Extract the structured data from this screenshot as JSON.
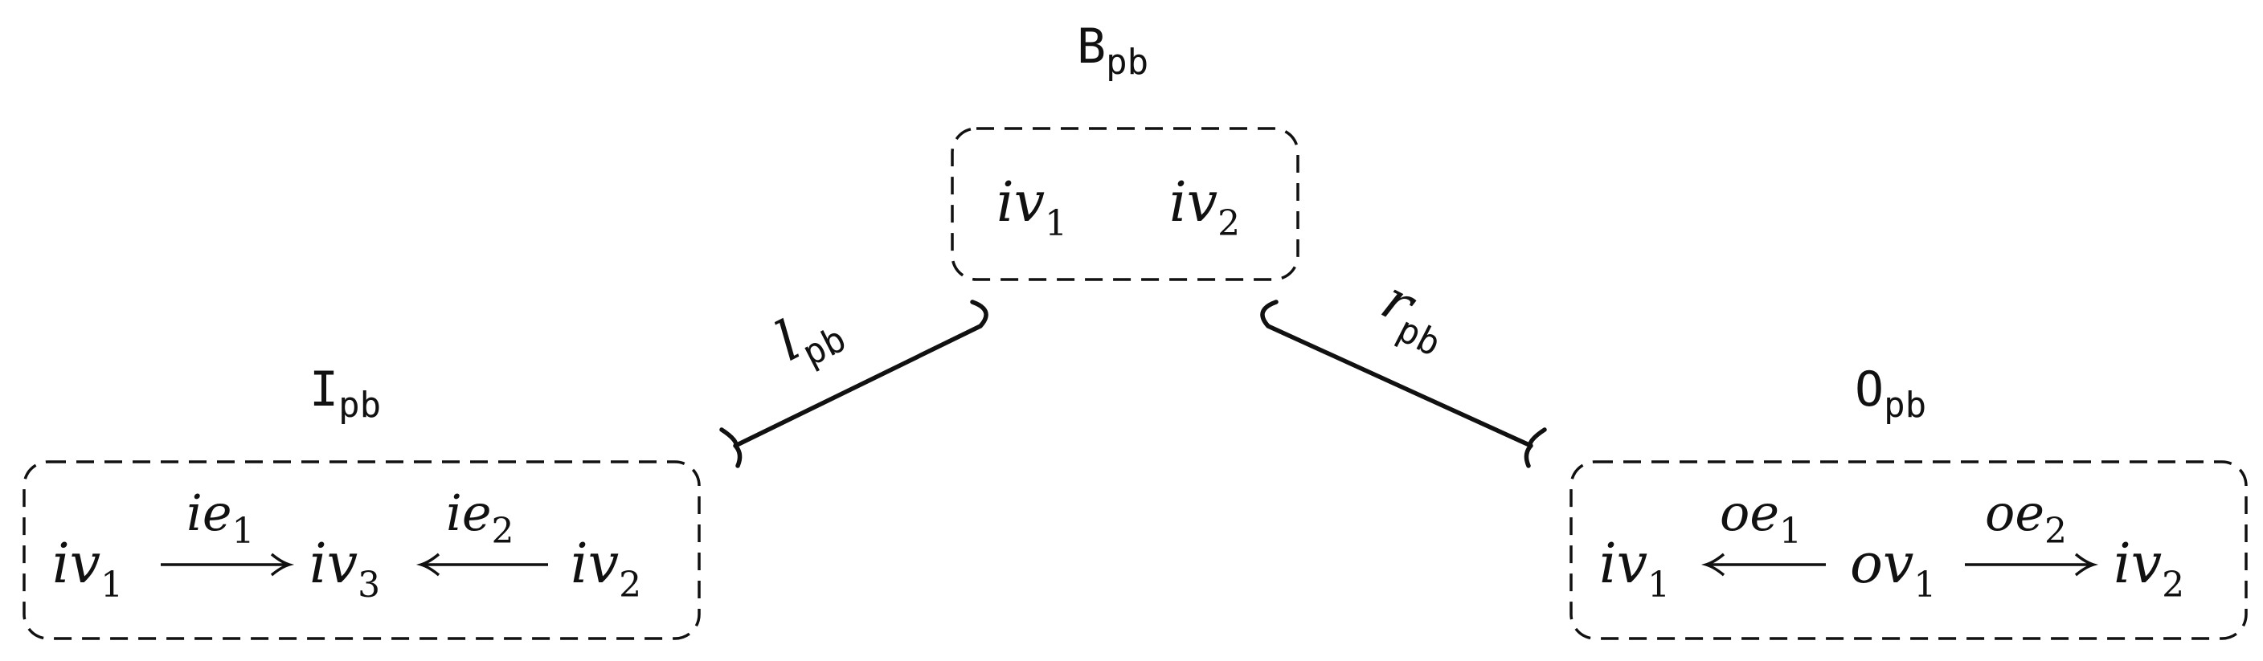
{
  "graphs": {
    "b": {
      "title": "B",
      "title_sub": "pb",
      "nodes": [
        {
          "base": "iv",
          "sub": "1"
        },
        {
          "base": "iv",
          "sub": "2"
        }
      ]
    },
    "i": {
      "title": "I",
      "title_sub": "pb",
      "nodes": [
        {
          "base": "iv",
          "sub": "1"
        },
        {
          "base": "iv",
          "sub": "3"
        },
        {
          "base": "iv",
          "sub": "2"
        }
      ],
      "edges": [
        {
          "base": "ie",
          "sub": "1",
          "from": "iv1",
          "to": "iv3"
        },
        {
          "base": "ie",
          "sub": "2",
          "from": "iv2",
          "to": "iv3"
        }
      ]
    },
    "o": {
      "title": "O",
      "title_sub": "pb",
      "nodes": [
        {
          "base": "iv",
          "sub": "1"
        },
        {
          "base": "ov",
          "sub": "1"
        },
        {
          "base": "iv",
          "sub": "2"
        }
      ],
      "edges": [
        {
          "base": "oe",
          "sub": "1",
          "from": "ov1",
          "to": "iv1"
        },
        {
          "base": "oe",
          "sub": "2",
          "from": "ov1",
          "to": "iv2"
        }
      ]
    }
  },
  "morphisms": {
    "l": {
      "base": "l",
      "sub": "pb",
      "from": "B",
      "to": "I"
    },
    "r": {
      "base": "r",
      "sub": "pb",
      "from": "B",
      "to": "O"
    }
  }
}
